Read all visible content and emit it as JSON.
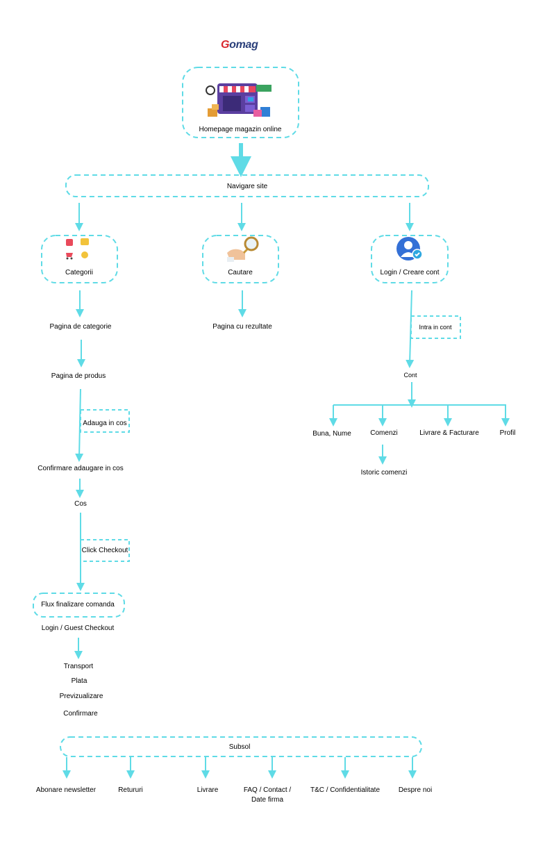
{
  "brand": {
    "logo_first": "G",
    "logo_rest": "omag"
  },
  "nodes": {
    "homepage": "Homepage magazin online",
    "navigation": "Navigare site",
    "categories": "Categorii",
    "search": "Cautare",
    "login": "Login / Creare cont",
    "category_page": "Pagina de categorie",
    "results_page": "Pagina cu rezultate",
    "product_page": "Pagina de produs",
    "add_to_cart": "Adauga in cos",
    "add_confirmation": "Confirmare adaugare in cos",
    "cart": "Cos",
    "click_checkout": "Click Checkout",
    "checkout_flow": "Flux finalizare comanda",
    "guest_checkout": "Login / Guest Checkout",
    "transport": "Transport",
    "payment": "Plata",
    "preview": "Previzualizare",
    "confirmation": "Confirmare",
    "enter_account": "Intra in cont",
    "account": "Cont",
    "account_children": [
      "Buna, Nume",
      "Comenzi",
      "Livrare & Facturare",
      "Profil"
    ],
    "order_history": "Istoric comenzi",
    "footer": "Subsol",
    "footer_children": [
      "Abonare newsletter",
      "Retururi",
      "Livrare",
      "FAQ / Contact /",
      "Date firma",
      "T&C / Confidentialitate",
      "Despre noi"
    ]
  },
  "colors": {
    "connector": "#5fdbe6",
    "logo_text": "#2a3f7a",
    "logo_accent": "#d8262d"
  },
  "icons": [
    "storefront-icon",
    "category-grid-icon",
    "magnifier-icon",
    "user-check-icon"
  ]
}
